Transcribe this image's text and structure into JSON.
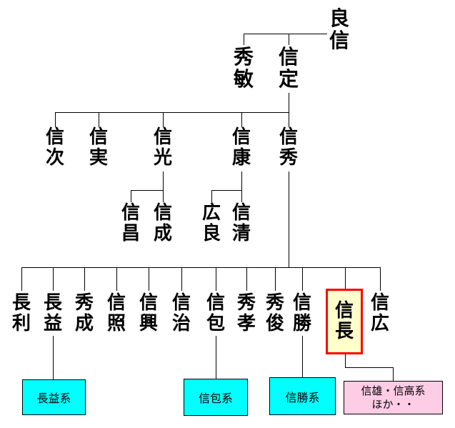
{
  "tree": {
    "type": "family-tree-diagram",
    "gen1": [
      "良信"
    ],
    "gen2": [
      "秀敏",
      "信定"
    ],
    "gen3": [
      "信次",
      "信実",
      "信光",
      "信康",
      "信秀"
    ],
    "gen4": [
      "信昌",
      "信成",
      "広良",
      "信清"
    ],
    "gen5": [
      "長利",
      "長益",
      "秀成",
      "信照",
      "信興",
      "信治",
      "信包",
      "秀孝",
      "秀俊",
      "信勝",
      "信長",
      "信広"
    ],
    "highlight": {
      "person": "信長",
      "fill": "#FFFFCC",
      "border_color": "#FF0000"
    },
    "branch_boxes": [
      {
        "label": "長益系",
        "fill": "#00FFFF"
      },
      {
        "label": "信包系",
        "fill": "#00FFFF"
      },
      {
        "label": "信勝系",
        "fill": "#00FFFF"
      },
      {
        "label": "信雄・信高系",
        "label2": "ほか・・",
        "fill": "#FFCCE6"
      }
    ],
    "colors": {
      "background": "#FFFFFF",
      "line": "#000000",
      "text": "#000000"
    }
  }
}
